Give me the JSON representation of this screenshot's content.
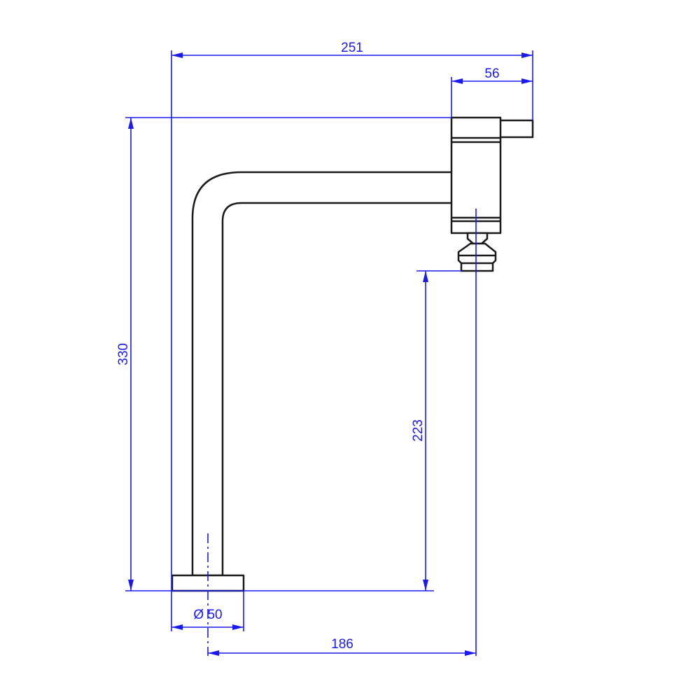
{
  "dimensions": {
    "overall_width": "251",
    "lever_width": "56",
    "overall_height": "330",
    "spout_clearance": "223",
    "base_diameter": "Ø 50",
    "spout_reach": "186"
  },
  "colors": {
    "dimension_lines": "#1a1aee",
    "outline": "#1a1a1a",
    "background": "#ffffff"
  }
}
